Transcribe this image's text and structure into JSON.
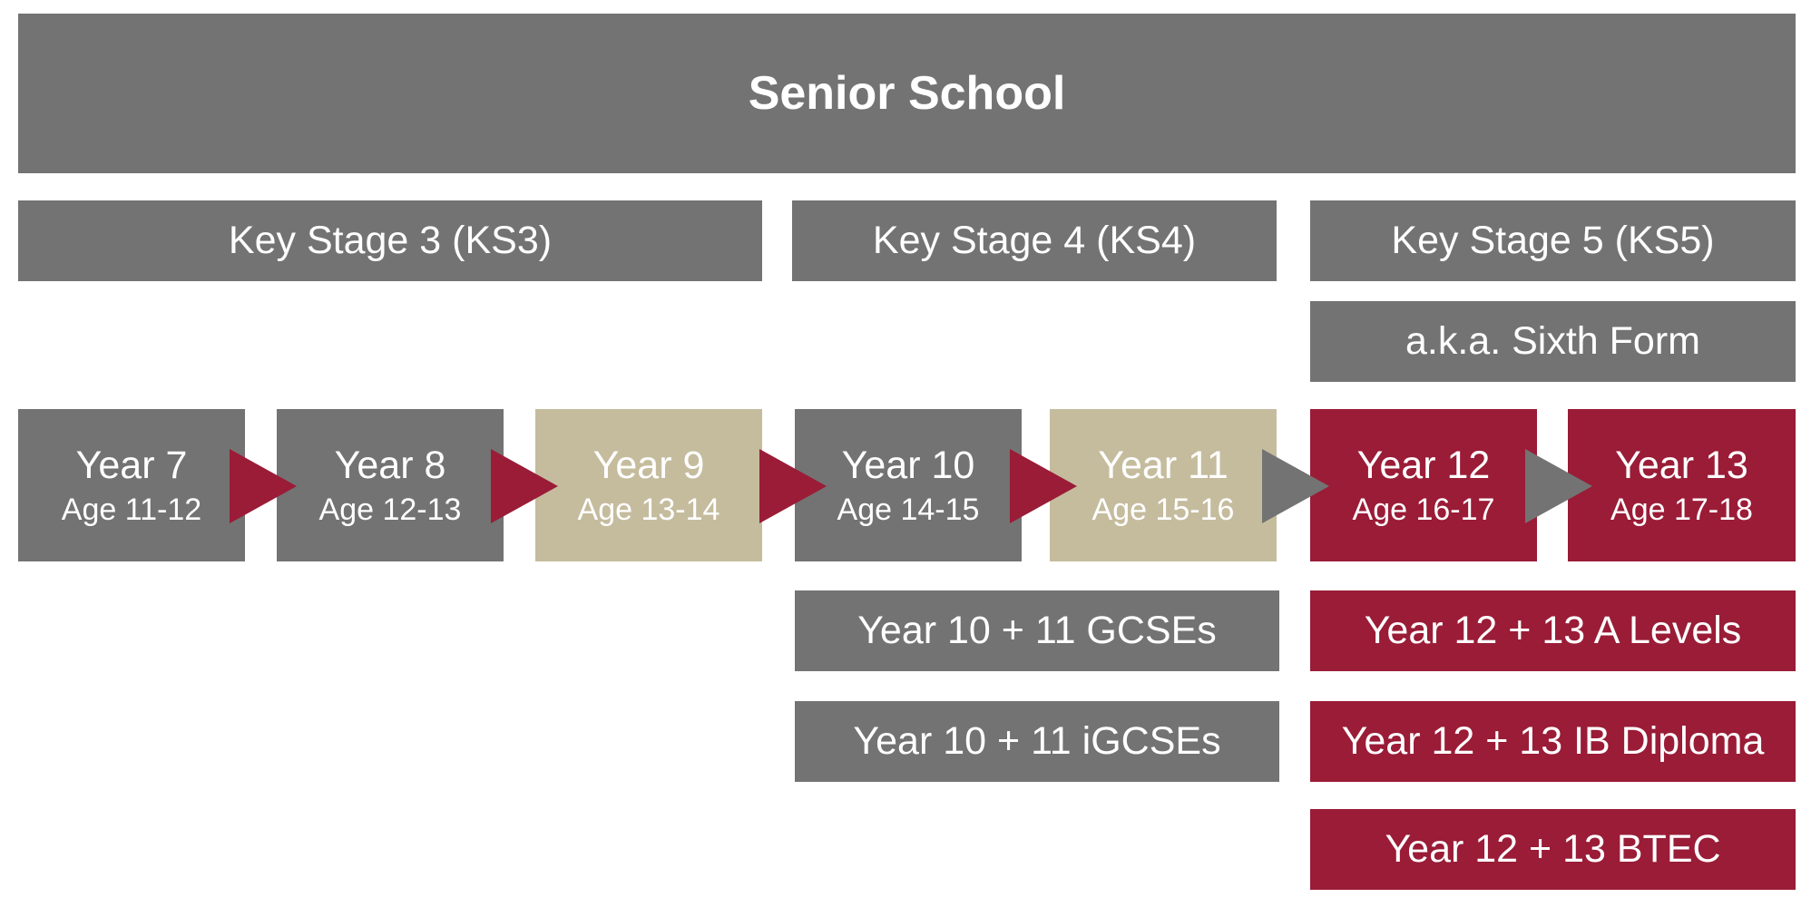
{
  "header": {
    "title": "Senior School"
  },
  "stages": [
    {
      "label": "Key Stage 3 (KS3)"
    },
    {
      "label": "Key Stage 4 (KS4)"
    },
    {
      "label": "Key Stage 5 (KS5)"
    }
  ],
  "sixth_form_label": "a.k.a. Sixth Form",
  "years": [
    {
      "year": "Year 7",
      "age": "Age 11-12"
    },
    {
      "year": "Year 8",
      "age": "Age 12-13"
    },
    {
      "year": "Year 9",
      "age": "Age 13-14"
    },
    {
      "year": "Year 10",
      "age": "Age 14-15"
    },
    {
      "year": "Year 11",
      "age": "Age 15-16"
    },
    {
      "year": "Year 12",
      "age": "Age 16-17"
    },
    {
      "year": "Year 13",
      "age": "Age 17-18"
    }
  ],
  "ks4_qualifications": [
    {
      "label": "Year 10 + 11 GCSEs"
    },
    {
      "label": "Year 10 + 11 iGCSEs"
    }
  ],
  "ks5_qualifications": [
    {
      "label": "Year 12 + 13 A Levels"
    },
    {
      "label": "Year 12 + 13 IB Diploma"
    },
    {
      "label": "Year 12 + 13 BTEC"
    }
  ],
  "colors": {
    "grey": "#737373",
    "tan": "#c5bc9e",
    "red": "#9a1c37",
    "text": "#ffffff"
  }
}
